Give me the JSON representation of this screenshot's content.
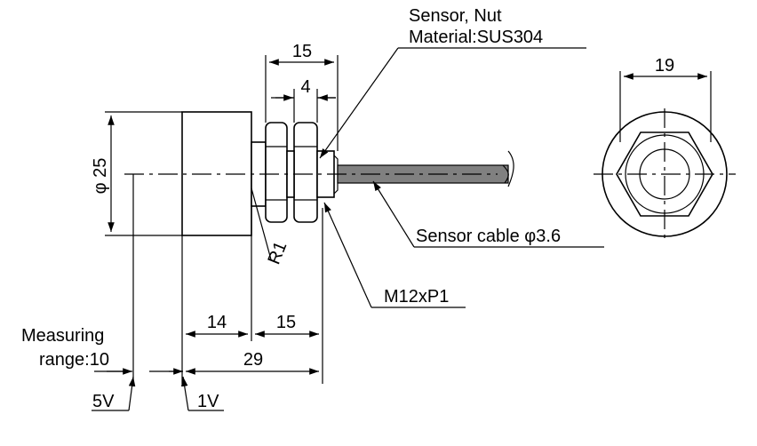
{
  "labels": {
    "sensor_nut_line1": "Sensor, Nut",
    "sensor_nut_line2": "Material:SUS304",
    "dim_15_top": "15",
    "dim_4": "4",
    "dim_19": "19",
    "dim_phi25": "φ 25",
    "radius": "R1",
    "sensor_cable": "Sensor cable φ3.6",
    "thread": "M12xP1",
    "dim_14": "14",
    "dim_15_bottom": "15",
    "dim_29": "29",
    "measuring_line1": "Measuring",
    "measuring_line2": "range:10",
    "voltage_5v": "5V",
    "voltage_1v": "1V"
  },
  "colors": {
    "line": "#000000",
    "cable_fill": "#808080",
    "background": "#ffffff"
  }
}
